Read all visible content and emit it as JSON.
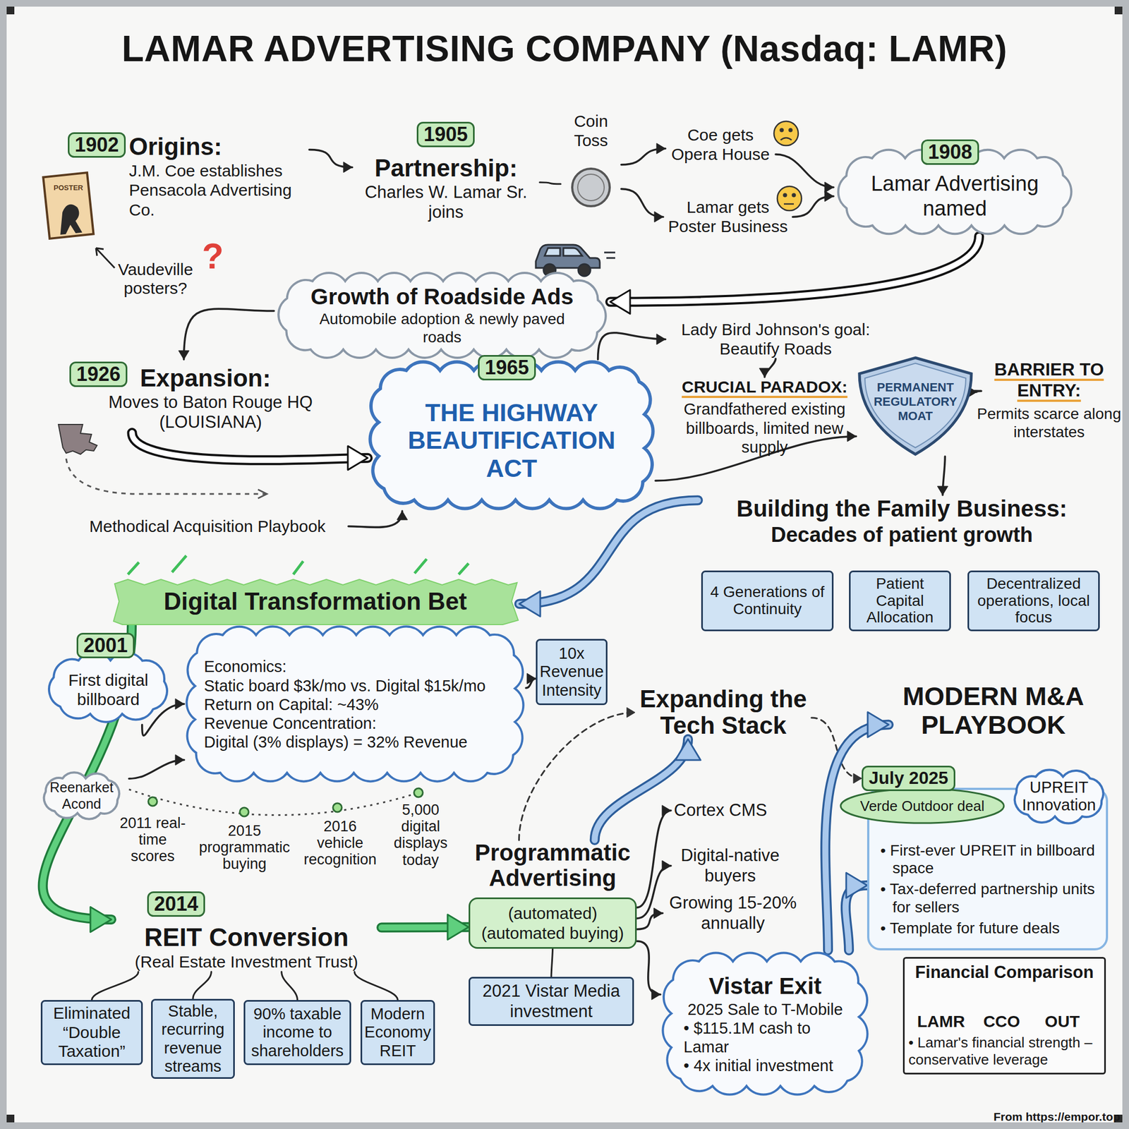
{
  "diagram": {
    "title": "LAMAR ADVERTISING COMPANY (Nasdaq: LAMR)",
    "nodes": [
      {
        "text": [
          "Origins:",
          "J.M. Coe establishes Pensacola Advertising Co."
        ]
      },
      {
        "text": [
          "1902"
        ],
        "in": 0
      },
      {
        "text": [
          "Partnership:",
          "Charles W. Lamar Sr. joins"
        ]
      },
      {
        "text": [
          "1905"
        ],
        "in": 2
      },
      {
        "text": [
          "Coin Toss"
        ]
      },
      {
        "text": [
          "Coe gets Opera House"
        ]
      },
      {
        "text": [
          "Lamar gets Poster Business"
        ]
      },
      {
        "text": [
          "Lamar Advertising named"
        ]
      },
      {
        "text": [
          "1908"
        ],
        "in": 7
      },
      {
        "text": [
          "Growth of Roadside Ads",
          "Automobile adoption & newly paved roads"
        ]
      },
      {
        "text": [
          "Expansion:",
          "Moves to Baton Rouge HQ (LOUISIANA)"
        ]
      },
      {
        "text": [
          "1926"
        ],
        "in": 10
      },
      {
        "text": [
          "Methodical Acquisition Playbook"
        ]
      },
      {
        "text": [
          "THE HIGHWAY BEAUTIFICATION ACT"
        ]
      },
      {
        "text": [
          "1965"
        ],
        "in": 13
      },
      {
        "text": [
          "Lady Bird Johnson's goal: Beautify Roads"
        ]
      },
      {
        "text": [
          "CRUCIAL PARADOX:",
          "Grandfathered existing billboards, limited new supply"
        ]
      },
      {
        "text": [
          "PERMANENT REGULATORY MOAT"
        ]
      },
      {
        "text": [
          "BARRIER TO ENTRY:",
          "Permits scarce along interstates"
        ]
      },
      {
        "text": [
          "Building the Family Business:",
          "Decades of patient growth"
        ]
      },
      {
        "text": [
          "4 Generations of Continuity"
        ],
        "in": 19
      },
      {
        "text": [
          "Patient Capital Allocation"
        ],
        "in": 19
      },
      {
        "text": [
          "Decentralized operations, local focus"
        ],
        "in": 19
      },
      {
        "text": [
          "Digital Transformation Bet"
        ]
      },
      {
        "text": [
          "First digital billboard"
        ]
      },
      {
        "text": [
          "2001"
        ],
        "in": 24
      },
      {
        "text": [
          "Economics:",
          "Static board $3k/mo vs. Digital $15k/mo",
          "Return on Capital: ~43%",
          "Revenue Concentration:",
          "Digital (3% displays) = 32% Revenue"
        ]
      },
      {
        "text": [
          "10x Revenue Intensity"
        ]
      },
      {
        "text": [
          "Reenarket Acond"
        ]
      },
      {
        "text": [
          "REIT Conversion",
          "(Real Estate Investment Trust)"
        ]
      },
      {
        "text": [
          "2014"
        ],
        "in": 29
      },
      {
        "text": [
          "Eliminated “Double Taxation”"
        ]
      },
      {
        "text": [
          "Stable, recurring revenue streams"
        ]
      },
      {
        "text": [
          "90% taxable income to shareholders"
        ]
      },
      {
        "text": [
          "Modern Economy REIT"
        ]
      },
      {
        "text": [
          "Programmatic Advertising",
          "(automated) (automated buying)"
        ]
      },
      {
        "text": [
          "2021 Vistar Media investment"
        ]
      },
      {
        "text": [
          "Expanding the Tech Stack"
        ]
      },
      {
        "text": [
          "Cortex CMS"
        ]
      },
      {
        "text": [
          "Digital-native buyers"
        ]
      },
      {
        "text": [
          "Growing 15-20% annually"
        ]
      },
      {
        "text": [
          "Vistar Exit",
          "2025 Sale to T-Mobile",
          "• $115.1M cash to Lamar",
          "• 4x initial investment"
        ]
      },
      {
        "text": [
          "MODERN M&A PLAYBOOK"
        ]
      },
      {
        "text": [
          "• First-ever UPREIT in billboard space",
          "• Tax-deferred partnership units for sellers",
          "• Template for future deals"
        ]
      },
      {
        "text": [
          "Verde Outdoor deal"
        ],
        "in": 43
      },
      {
        "text": [
          "July 2025"
        ],
        "in": 44
      },
      {
        "text": [
          "UPREIT Innovation"
        ],
        "in": 43
      },
      {
        "text": [
          "Financial Comparison",
          "LAMR",
          "CCO",
          "OUT",
          "• Lamar's financial strength – conservative leverage"
        ]
      }
    ],
    "edges": [
      {
        "from": 0,
        "to": 2,
        "arrow": "to"
      },
      {
        "from": 2,
        "to": 4,
        "arrow": "none"
      },
      {
        "from": 4,
        "to": 5,
        "arrow": "to"
      },
      {
        "from": 4,
        "to": 6,
        "arrow": "to"
      },
      {
        "from": 5,
        "to": 7,
        "arrow": "to"
      },
      {
        "from": 6,
        "to": 7,
        "arrow": "to"
      },
      {
        "from": 7,
        "to": 9,
        "arrow": "to"
      },
      {
        "from": 9,
        "to": 10,
        "arrow": "to"
      },
      {
        "from": 10,
        "to": 13,
        "arrow": "to"
      },
      {
        "from": 12,
        "to": 13,
        "arrow": "to"
      },
      {
        "from": 13,
        "to": 15,
        "arrow": "to"
      },
      {
        "from": 15,
        "to": 16,
        "arrow": "to"
      },
      {
        "from": 13,
        "to": 17,
        "arrow": "to"
      },
      {
        "from": 17,
        "to": 18,
        "arrow": "to"
      },
      {
        "from": 17,
        "to": 19,
        "arrow": "to"
      },
      {
        "from": 19,
        "to": 23,
        "arrow": "to"
      },
      {
        "from": 23,
        "to": 29,
        "arrow": "to"
      },
      {
        "from": 24,
        "to": 26,
        "arrow": "to"
      },
      {
        "from": 26,
        "to": 27,
        "arrow": "to"
      },
      {
        "from": 28,
        "to": 26,
        "arrow": "to"
      },
      {
        "from": 29,
        "to": 31,
        "arrow": "none"
      },
      {
        "from": 29,
        "to": 32,
        "arrow": "none"
      },
      {
        "from": 29,
        "to": 33,
        "arrow": "none"
      },
      {
        "from": 29,
        "to": 34,
        "arrow": "none"
      },
      {
        "from": 29,
        "to": 35,
        "arrow": "to"
      },
      {
        "from": 35,
        "to": 36,
        "arrow": "none"
      },
      {
        "from": 35,
        "to": 37,
        "arrow": "to"
      },
      {
        "from": 35,
        "to": 37,
        "arrow": "to"
      },
      {
        "from": 35,
        "to": 38,
        "arrow": "to"
      },
      {
        "from": 35,
        "to": 39,
        "arrow": "to"
      },
      {
        "from": 35,
        "to": 40,
        "arrow": "to"
      },
      {
        "from": 35,
        "to": 41,
        "arrow": "to"
      },
      {
        "from": 37,
        "to": 45,
        "arrow": "to"
      },
      {
        "from": 41,
        "to": 42,
        "arrow": "to"
      },
      {
        "from": 41,
        "to": 43,
        "arrow": "to"
      }
    ],
    "labels": [
      "POSTER",
      "Vaudeville posters?",
      "?",
      "2011 real-time scores",
      "2015 programmatic buying",
      "2016 vehicle recognition",
      "5,000 digital displays today",
      "From https://empor.top"
    ]
  }
}
